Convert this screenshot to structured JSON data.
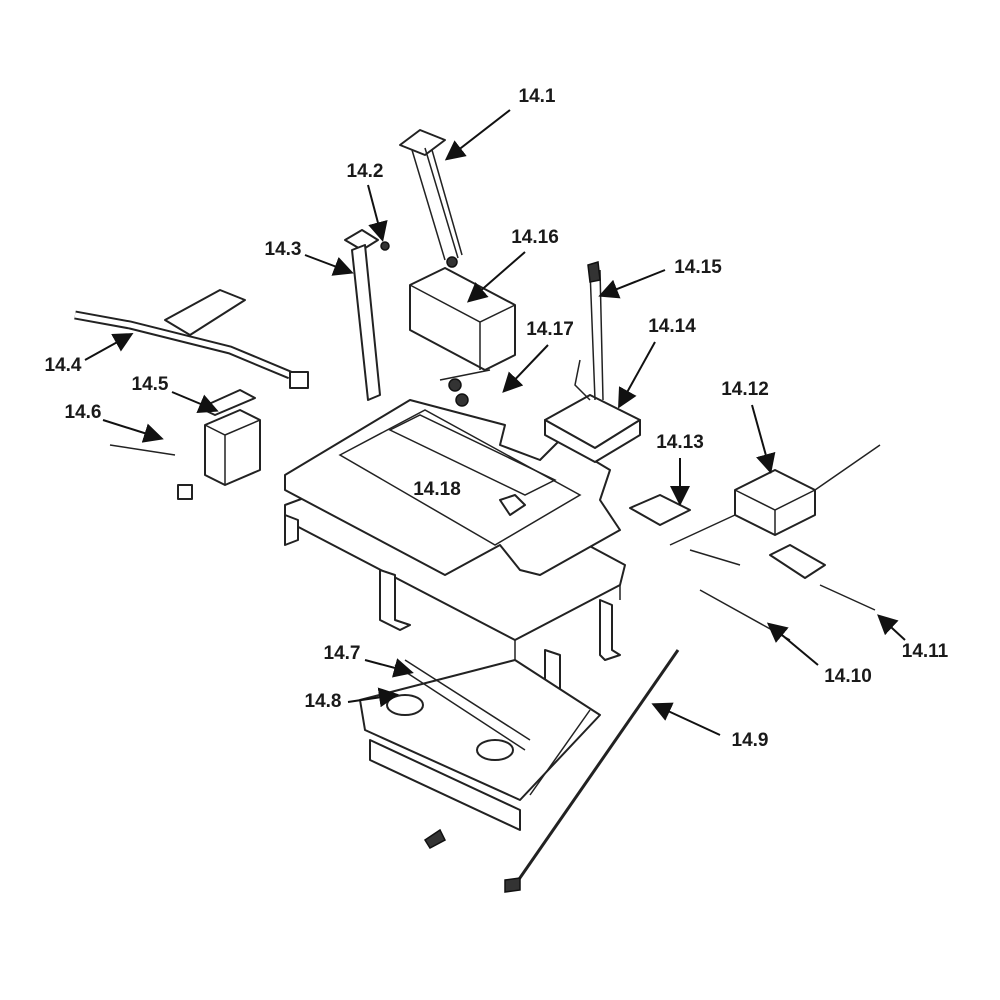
{
  "labels": {
    "l14_1": "14.1",
    "l14_2": "14.2",
    "l14_3": "14.3",
    "l14_4": "14.4",
    "l14_5": "14.5",
    "l14_6": "14.6",
    "l14_7": "14.7",
    "l14_8": "14.8",
    "l14_9": "14.9",
    "l14_10": "14.10",
    "l14_11": "14.11",
    "l14_12": "14.12",
    "l14_13": "14.13",
    "l14_14": "14.14",
    "l14_15": "14.15",
    "l14_16": "14.16",
    "l14_17": "14.17",
    "l14_18": "14.18"
  }
}
